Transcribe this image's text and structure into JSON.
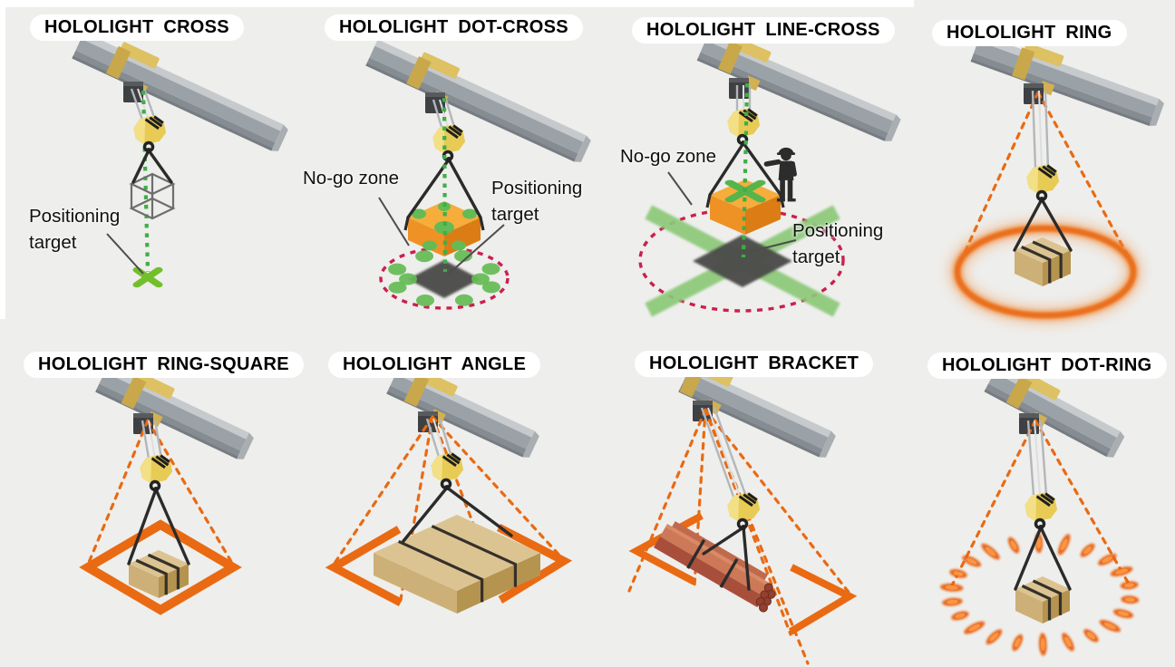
{
  "page": {
    "background_color": "#eeeeec"
  },
  "palette": {
    "laser_green": "#3fae46",
    "mark_green": "#72bf2b",
    "zone_green": "#8cc979",
    "dot_green": "#64bb55",
    "no_go_red": "#cb1f4e",
    "projection_orange": "#e96a12",
    "glow_orange": "#f08636",
    "target_dark_gray": "#4b4b49",
    "load_orange_top": "#f6ad3c",
    "load_orange_left": "#ee9226",
    "load_orange_right": "#db7d14",
    "crate_tan_top": "#dcc492",
    "crate_tan_left": "#cdb077",
    "crate_tan_right": "#b5944f",
    "pipe_red_top": "#cd7857",
    "pipe_red_front": "#a84f3b"
  },
  "panels": [
    {
      "id": "cross",
      "title": "HOLOLIGHT CROSS",
      "annotations": {
        "positioning_target": "Positioning\ntarget"
      }
    },
    {
      "id": "dot-cross",
      "title": "HOLOLIGHT DOT-CROSS",
      "annotations": {
        "no_go_zone": "No-go zone",
        "positioning_target": "Positioning\ntarget"
      }
    },
    {
      "id": "line-cross",
      "title": "HOLOLIGHT LINE-CROSS",
      "annotations": {
        "no_go_zone": "No-go zone",
        "positioning_target": "Positioning\ntarget"
      }
    },
    {
      "id": "ring",
      "title": "HOLOLIGHT RING",
      "annotations": {}
    },
    {
      "id": "ring-square",
      "title": "HOLOLIGHT RING-SQUARE",
      "annotations": {}
    },
    {
      "id": "angle",
      "title": "HOLOLIGHT ANGLE",
      "annotations": {}
    },
    {
      "id": "bracket",
      "title": "HOLOLIGHT BRACKET",
      "annotations": {}
    },
    {
      "id": "dot-ring",
      "title": "HOLOLIGHT DOT-RING",
      "annotations": {}
    }
  ]
}
